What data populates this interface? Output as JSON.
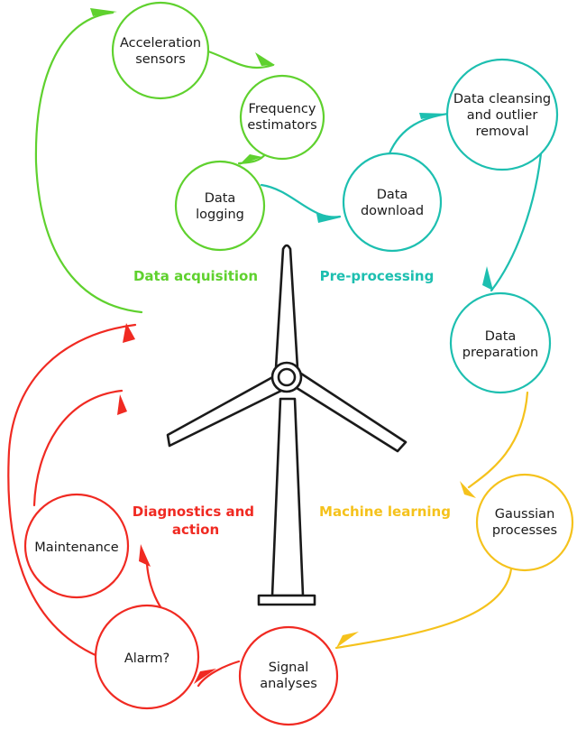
{
  "colors": {
    "acquisition": "#5fd12e",
    "preprocessing": "#1dbfb0",
    "learning": "#f5c21c",
    "diagnostics": "#f02a22",
    "turbine": "#1a1a1a"
  },
  "phases": {
    "acquisition": "Data acquisition",
    "preprocessing": "Pre-processing",
    "learning": "Machine learning",
    "diagnostics_line1": "Diagnostics and",
    "diagnostics_line2": "action"
  },
  "nodes": {
    "acceleration_sensors": [
      "Acceleration",
      "sensors"
    ],
    "frequency_estimators": [
      "Frequency",
      "estimators"
    ],
    "data_logging": [
      "Data",
      "logging"
    ],
    "data_download": [
      "Data",
      "download"
    ],
    "data_cleansing": [
      "Data cleansing",
      "and outlier",
      "removal"
    ],
    "data_preparation": [
      "Data",
      "preparation"
    ],
    "gaussian_processes": [
      "Gaussian",
      "processes"
    ],
    "signal_analyses": [
      "Signal",
      "analyses"
    ],
    "alarm": [
      "Alarm?"
    ],
    "maintenance": [
      "Maintenance"
    ]
  }
}
